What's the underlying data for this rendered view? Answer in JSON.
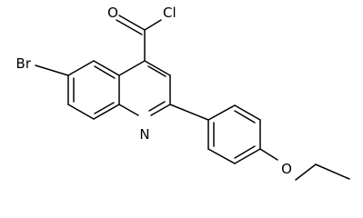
{
  "molecule": {
    "atoms": {
      "bromine": "Br",
      "oxygen_carbonyl": "O",
      "chlorine": "Cl",
      "nitrogen": "N",
      "oxygen_ether": "O"
    }
  }
}
